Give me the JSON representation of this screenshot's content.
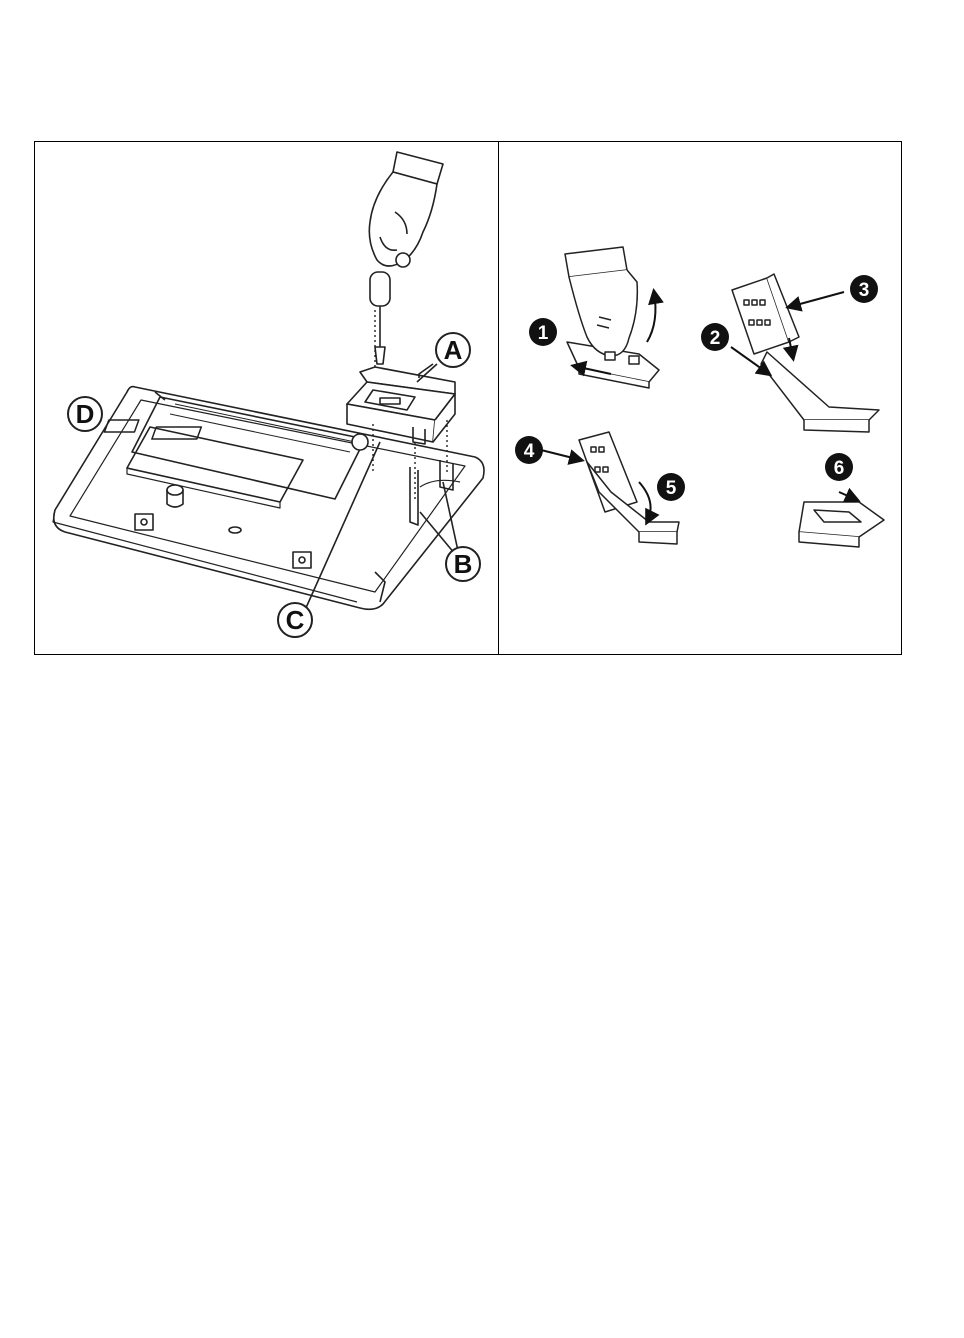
{
  "left_panel": {
    "callouts": {
      "a": "A",
      "b": "B",
      "c": "C",
      "d": "D"
    }
  },
  "right_panel": {
    "steps": [
      "1",
      "2",
      "3",
      "4",
      "5",
      "6"
    ]
  },
  "colors": {
    "line": "#222222",
    "badge_fill": "#111111",
    "badge_text": "#ffffff"
  }
}
